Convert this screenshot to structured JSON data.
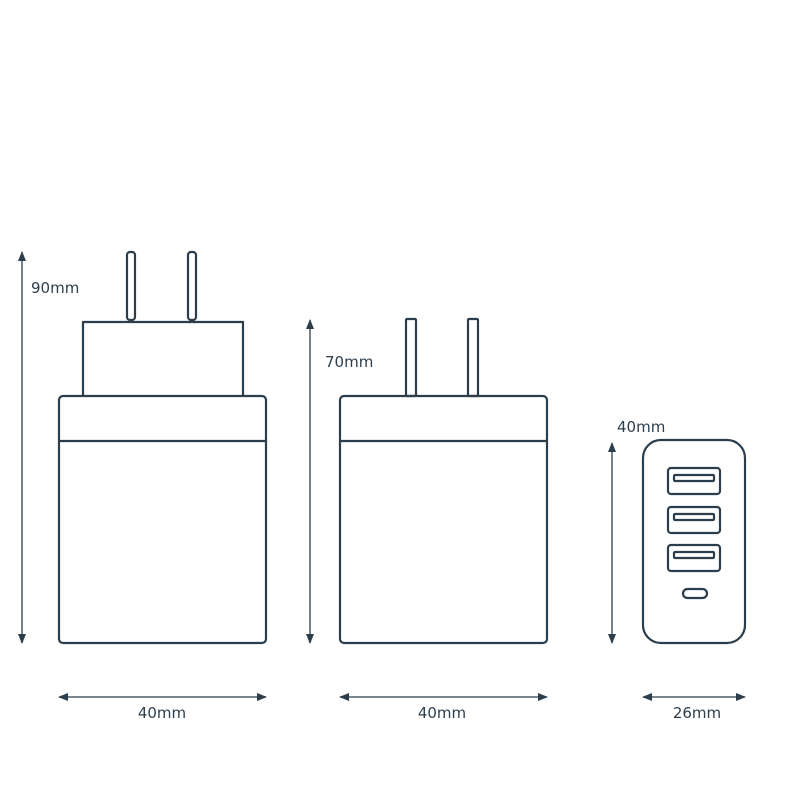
{
  "colors": {
    "outline": "#2c3e4c",
    "background": "#ffffff"
  },
  "dimensions": {
    "front_height": "90mm",
    "front_width": "40mm",
    "side_height": "70mm",
    "side_width": "40mm",
    "end_height": "40mm",
    "end_width": "26mm"
  },
  "ports": {
    "usb_a_count": 3,
    "usb_c_count": 1
  }
}
